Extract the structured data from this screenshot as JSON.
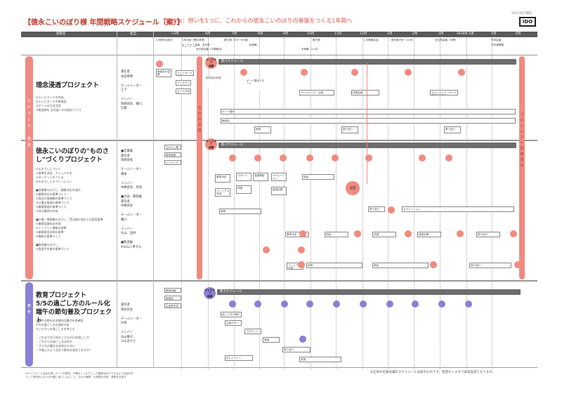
{
  "document": {
    "title": "【徳永こいのぼり様 年間戦略スケジュール（案）】",
    "subtitle": "The  schedule  of  strategy",
    "theme": "Theme：想いを1つに、これからの徳永こいのぼりの基盤をつくる1年間へ",
    "date": "2017/6/7現在",
    "logo": "IDO"
  },
  "header": {
    "projects_label": "施策名",
    "owner_label": "担当",
    "months": [
      "〜5月",
      "6月",
      "7月",
      "8月",
      "9月",
      "10月",
      "11月",
      "12月",
      "1月",
      "2月",
      "3月",
      "2018年 4月",
      "5月",
      "6月"
    ]
  },
  "lanes": [
    {
      "label": "も の づ く り ・ 発 信"
    },
    {
      "label": "教 育"
    }
  ],
  "projects": [
    {
      "name": "理念浸透プロジェクト",
      "desc": "①テレビカードの作成\n②テレビカードの勉強会\n③ボードの日次活用\n④販促物を 全社員への仕組みづくり",
      "owners": "責任者\n永田専務\n\nチームリーダー\n江下\n\nメンバー\n岡崎部長、幡川、\n近藤"
    },
    {
      "name": "徳永こいのぼりの\"ものさし\"づくりプロジェクト",
      "desc": "①ものさしについて\n②基準の決定、マニュアル化\n③ターゲットをつくる\n④ものさしとオペレーション\n\n■営業観ものさし：顧客対応の流れ\n①顧客対応の基準づくり\n②商品の価値観の基準づくり\n③仕事の推進の基準づくり\n④顧客管理の基準づくり\n⑤成功事例の共有\n\n■分業・開発編ものさし：受注後の流れと社製品基準\n①御提案資料の作成\n②インプット情報の基準\n③顧客意見反映の基準\n④最新の基準づくり\n\n■製造編ものさし\n①製造手作業の基準づくり",
      "owners": "■営業編\n責任者\n岡崎部長\n\nチームリーダー\n橋本\n\nメンバー\n中嶋部長、目黒\n\n■企画・開発編\n責任者\n中嶋部長\n\nチームリーダー\n幡川\n\nメンバー\n丸山、田村\n\n■製造編\n※SOLに準ずる"
    },
    {
      "name": "教育プロジェクト\n5/5の過ごし方のルール化\n端午の節句普及プロジェクト",
      "desc": "①端午の節句の本質的な魅力を再確認\n②今の過ごし方の現状分析\n③これからの過ごし方を考える\n\n・これまでの日本のこどもの日の過ごし方\n・これからの過ごし方は何か\n・子どもの健全な成長のために\n・今後どのような形で節句を普及させるか？",
      "owners": "責任者\n徳永社長\n\nチームリーダー\n目黒\n\nメンバー\n丸山輝子、\n小山あやさ"
    }
  ],
  "markers": {
    "kickoff": "キックオフ\n会議",
    "schedule": "新スケジュール",
    "side_left": "全 社 員 会 議",
    "side_right": "プ ロ ジ ェ ク ト 別 報 告 会",
    "decision": "決定"
  },
  "top_notes": [
    "上半期を目指す",
    "1年計画（理念浸透）",
    "キックオフ会議、全社員会議（10月）",
    "全社員会議（中間報告）",
    "繁忙期（7月〜9月頃）",
    "秋商戦",
    "冬商戦（11月）",
    "繁忙期",
    "上半期報告会",
    "新年度方針（10月）",
    "全社員会議（中間）",
    "年末会議",
    "次年度戦略"
  ],
  "boxes": {
    "p1": [
      "勉強会の会議",
      "テレビカード作成",
      "ディスカッション",
      "カードの試作",
      "試作品の完成",
      "ボード運用スタート",
      "テレビカード・活用",
      "改善会議",
      "研修",
      "振り返り",
      "勉強会",
      "ボード運用",
      "テレビカード・ボード運用の定着化"
    ],
    "p2": [
      "ものさし基準",
      "事前調査",
      "ヒアリング",
      "基準決定",
      "スタート",
      "運用開始",
      "オペレーション",
      "検証",
      "マニュアル作成",
      "改善",
      "運用定着",
      "研修",
      "振り返り"
    ],
    "p3": [
      "教育会議",
      "勉強会",
      "企画書作成",
      "過ごし方の検討",
      "企画スタート",
      "プロモーション",
      "実施",
      "振り返り",
      "5/5 イベント"
    ]
  },
  "footer": {
    "note": "※全体の社員会議のスケジュールは仮のものです。初回キックオフ後再設定となります。",
    "left_note": "※テレビカードは全社員にカードを配布。不備をしっかりとした顧客対応ができるよう仕組みを\nとして具体的に日々の行動に落とし込むこと。日々の業務・社員間の成長・連携を目指す"
  }
}
